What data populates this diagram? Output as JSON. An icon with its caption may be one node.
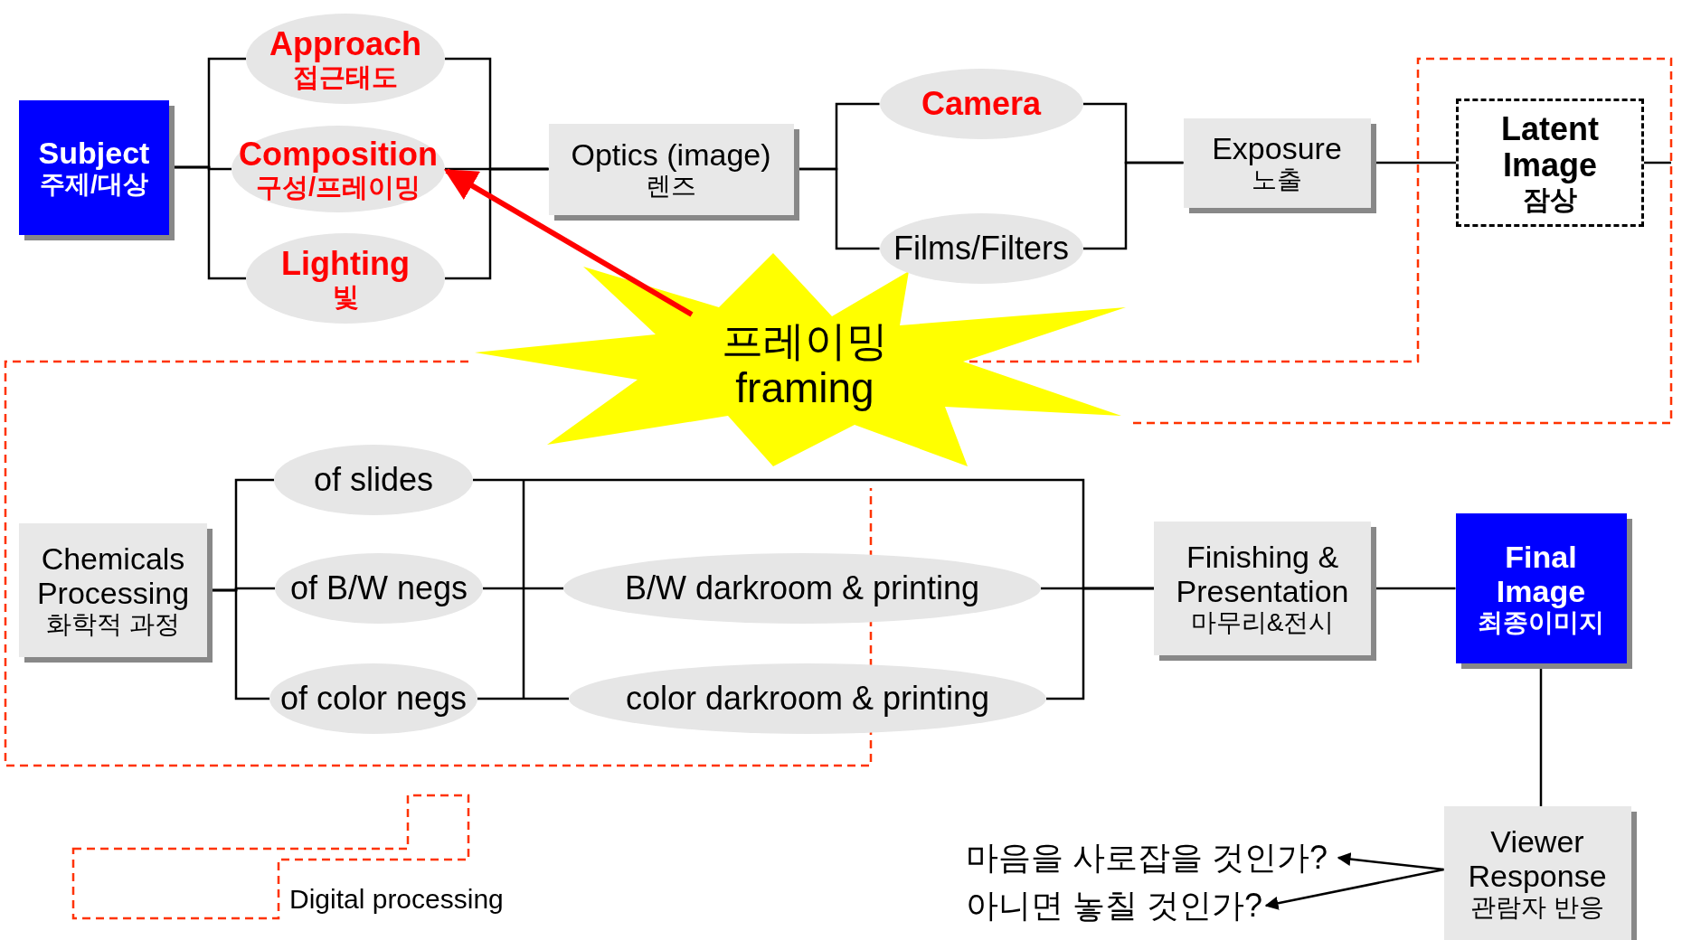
{
  "diagram": {
    "nodes": [
      {
        "text": [
          "Subject",
          "주제/대상"
        ]
      },
      {
        "text": [
          "Approach",
          "접근태도"
        ]
      },
      {
        "text": [
          "Composition",
          "구성/프레이밍"
        ]
      },
      {
        "text": [
          "Lighting",
          "빛"
        ]
      },
      {
        "text": [
          "Optics (image)",
          "렌즈"
        ]
      },
      {
        "text": [
          "Camera"
        ]
      },
      {
        "text": [
          "Films/Filters"
        ]
      },
      {
        "text": [
          "Exposure",
          "노출"
        ]
      },
      {
        "text": [
          "Latent Image",
          "잠상"
        ]
      },
      {
        "text": [
          "프레이밍",
          "framing"
        ]
      },
      {
        "text": [
          "Chemicals Processing",
          "화학적 과정"
        ]
      },
      {
        "text": [
          "of slides"
        ]
      },
      {
        "text": [
          "of B/W negs"
        ]
      },
      {
        "text": [
          "of color negs"
        ]
      },
      {
        "text": [
          "B/W darkroom & printing"
        ]
      },
      {
        "text": [
          "color darkroom & printing"
        ]
      },
      {
        "text": [
          "Finishing & Presentation",
          "마무리&전시"
        ]
      },
      {
        "text": [
          "Final Image",
          "최종이미지"
        ]
      },
      {
        "text": [
          "Viewer Response",
          "관람자 반응"
        ]
      },
      {
        "text": [
          "마음을 사로잡을 것인가?"
        ]
      },
      {
        "text": [
          "아니면 놓칠 것인가?"
        ]
      }
    ],
    "edges": [
      {
        "from": 0,
        "to": 1,
        "arrow": "none"
      },
      {
        "from": 0,
        "to": 2,
        "arrow": "none"
      },
      {
        "from": 0,
        "to": 3,
        "arrow": "none"
      },
      {
        "from": 1,
        "to": 4,
        "arrow": "none"
      },
      {
        "from": 2,
        "to": 4,
        "arrow": "none"
      },
      {
        "from": 3,
        "to": 4,
        "arrow": "none"
      },
      {
        "from": 4,
        "to": 5,
        "arrow": "none"
      },
      {
        "from": 4,
        "to": 6,
        "arrow": "none"
      },
      {
        "from": 5,
        "to": 7,
        "arrow": "none"
      },
      {
        "from": 6,
        "to": 7,
        "arrow": "none"
      },
      {
        "from": 7,
        "to": 8,
        "arrow": "none"
      },
      {
        "from": 8,
        "to": null,
        "arrow": "none"
      },
      {
        "from": 9,
        "to": 2,
        "arrow": "to",
        "style": "thick",
        "color": "#ff0000"
      },
      {
        "from": 10,
        "to": 11,
        "arrow": "none"
      },
      {
        "from": 10,
        "to": 12,
        "arrow": "none"
      },
      {
        "from": 10,
        "to": 13,
        "arrow": "none"
      },
      {
        "from": 11,
        "to": 16,
        "arrow": "none"
      },
      {
        "from": 12,
        "to": 14,
        "arrow": "none"
      },
      {
        "from": 13,
        "to": 15,
        "arrow": "none"
      },
      {
        "from": 14,
        "to": 16,
        "arrow": "none"
      },
      {
        "from": 15,
        "to": 16,
        "arrow": "none"
      },
      {
        "from": 16,
        "to": 17,
        "arrow": "none"
      },
      {
        "from": 17,
        "to": 18,
        "arrow": "none"
      },
      {
        "from": 18,
        "to": 19,
        "arrow": "to"
      },
      {
        "from": 18,
        "to": 20,
        "arrow": "to"
      }
    ],
    "labels": [
      "Digital processing"
    ]
  }
}
